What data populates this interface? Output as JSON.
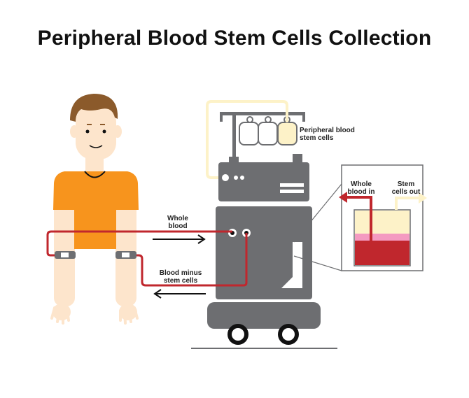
{
  "title": "Peripheral Blood Stem Cells Collection",
  "labels": {
    "bags": "Peripheral blood\nstem cells",
    "whole_blood": "Whole\nblood",
    "blood_minus": "Blood minus\nstem cells",
    "whole_blood_in": "Whole\nblood in",
    "stem_cells_out": "Stem\ncells out"
  },
  "colors": {
    "blood": "#c0272d",
    "machine": "#6d6e71",
    "shirt": "#f7941d",
    "skin": "#fde5cc",
    "plasma": "#fdf2c8",
    "stem_band": "#f49ac1",
    "hair": "#8b5a2b"
  }
}
